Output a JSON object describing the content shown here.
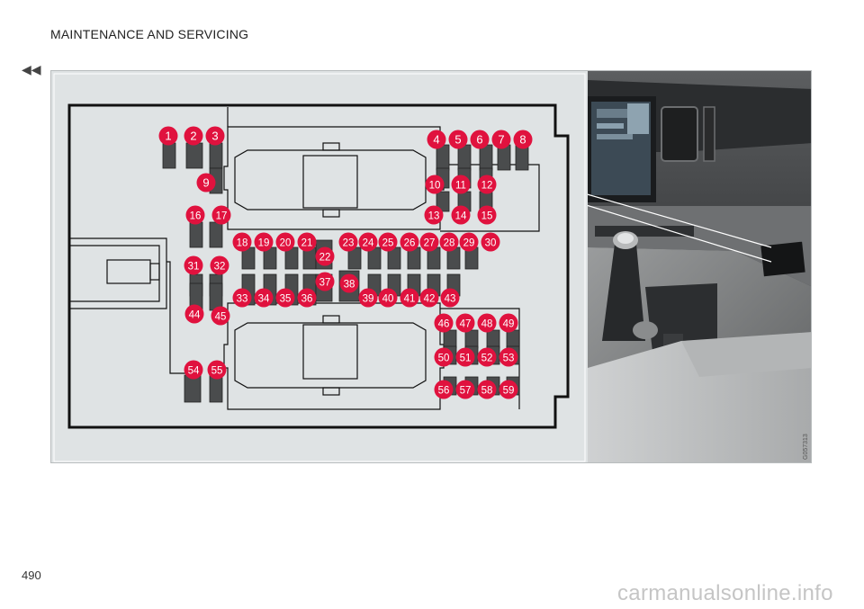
{
  "header": {
    "section_title": "MAINTENANCE AND SERVICING"
  },
  "nav": {
    "back_glyph": "◀◀"
  },
  "figure": {
    "image_code": "G057313",
    "fuse_numbers": [
      "1",
      "2",
      "3",
      "4",
      "5",
      "6",
      "7",
      "8",
      "9",
      "10",
      "11",
      "12",
      "13",
      "14",
      "15",
      "16",
      "17",
      "18",
      "19",
      "20",
      "21",
      "22",
      "23",
      "24",
      "25",
      "26",
      "27",
      "28",
      "29",
      "30",
      "31",
      "32",
      "33",
      "34",
      "35",
      "36",
      "37",
      "38",
      "39",
      "40",
      "41",
      "42",
      "43",
      "44",
      "45",
      "46",
      "47",
      "48",
      "49",
      "50",
      "51",
      "52",
      "53",
      "54",
      "55",
      "56",
      "57",
      "58",
      "59"
    ],
    "colors": {
      "badge": "#e0123e",
      "fuse": "#4a4c4d",
      "panel": "#dfe3e4",
      "outline": "#111111"
    }
  },
  "footer": {
    "page_number": "490"
  },
  "watermark": {
    "text": "carmanualsonline.info"
  }
}
